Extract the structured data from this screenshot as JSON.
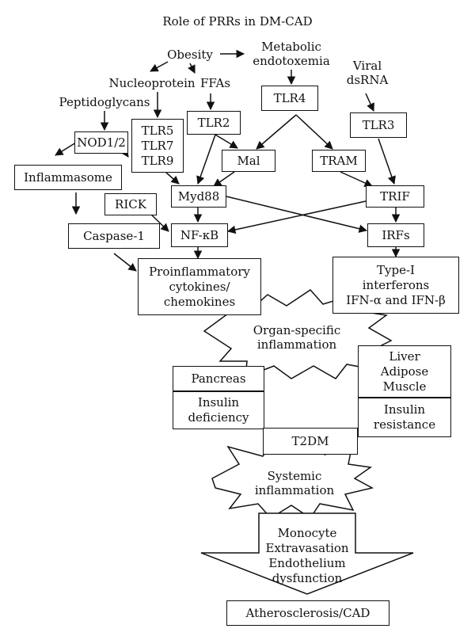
{
  "title": "Role of PRRs in DM-CAD",
  "labels": {
    "obesity": "Obesity",
    "metabolic_endotoxemia": [
      "Metabolic",
      "endotoxemia"
    ],
    "viral_dsrna": [
      "Viral",
      "dsRNA"
    ],
    "nucleoprotein": "Nucleoprotein",
    "ffas": "FFAs",
    "peptidoglycans": "Peptidoglycans"
  },
  "boxes": {
    "tlr4": "TLR4",
    "tlr3": "TLR3",
    "tlr2": "TLR2",
    "tlr579": [
      "TLR5",
      "TLR7",
      "TLR9"
    ],
    "nod12": "NOD1/2",
    "inflammasome": "Inflammasome",
    "mal": "Mal",
    "tram": "TRAM",
    "myd88": "Myd88",
    "rick": "RICK",
    "trif": "TRIF",
    "caspase1": "Caspase-1",
    "nfkb": "NF-κB",
    "irfs": "IRFs",
    "proinflammatory": [
      "Proinflammatory",
      "cytokines/",
      "chemokines"
    ],
    "type1_ifn": [
      "Type-I",
      "interferons",
      "IFN-α and IFN-β"
    ],
    "pancreas": "Pancreas",
    "insulin_deficiency": [
      "Insulin",
      "deficiency"
    ],
    "liver_adipose_muscle": [
      "Liver",
      "Adipose",
      "Muscle"
    ],
    "insulin_resistance": [
      "Insulin",
      "resistance"
    ],
    "t2dm": "T2DM",
    "atherosclerosis": "Atherosclerosis/CAD"
  },
  "stars": {
    "organ_specific": [
      "Organ-specific",
      "inflammation"
    ],
    "systemic": [
      "Systemic",
      "inflammation"
    ]
  },
  "big_arrow": [
    "Monocyte",
    "Extravasation",
    "Endothelium",
    "dysfunction"
  ]
}
